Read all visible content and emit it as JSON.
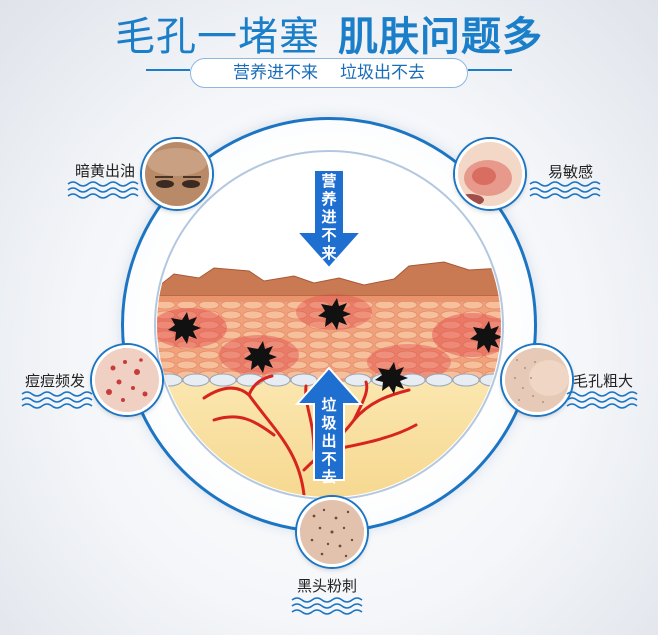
{
  "header": {
    "title_part1": "毛孔一堵塞",
    "title_part2": "肌肤问题多",
    "subtitle_part1": "营养进不来",
    "subtitle_part2": "垃圾出不去"
  },
  "diagram": {
    "arrow_down_text": "营养进不来",
    "arrow_up_text": "垃圾出不去"
  },
  "problems": {
    "dull": "暗黄出油",
    "sensitive": "易敏感",
    "acne": "痘痘频发",
    "pores": "毛孔粗大",
    "blackheads": "黑头粉刺"
  },
  "colors": {
    "brand_blue": "#1a7ec9",
    "ring_blue": "#1b75c3",
    "arrow_blue": "#1f6fd1"
  }
}
